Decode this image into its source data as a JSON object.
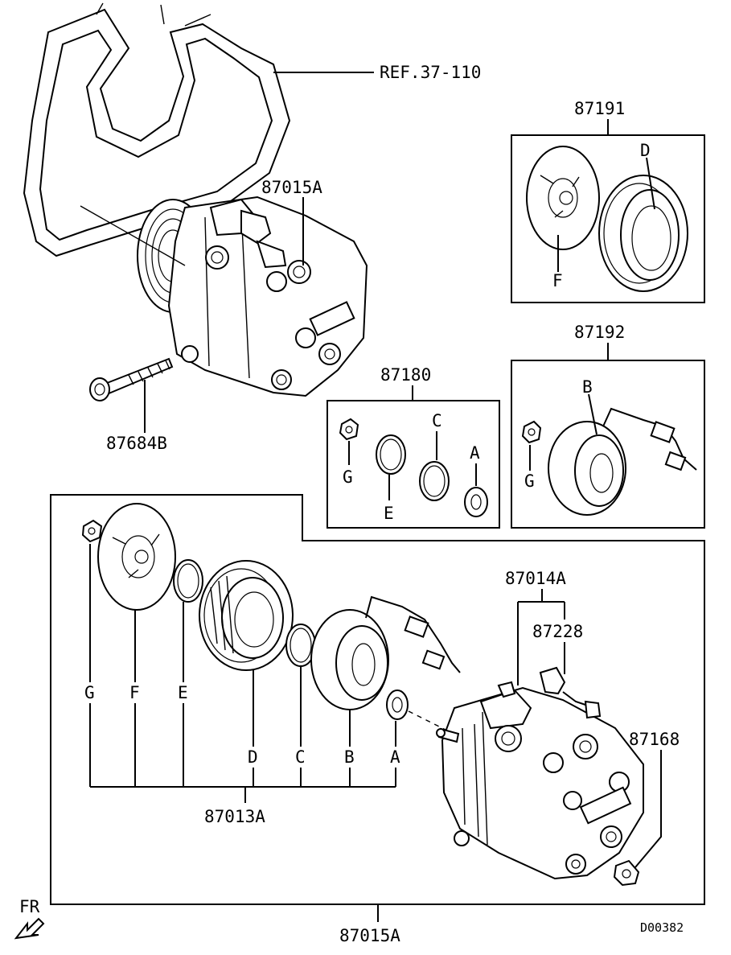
{
  "labels": {
    "ref_belt": "REF.37-110",
    "compressor_top": "87015A",
    "bolt": "87684B",
    "clutch_plate_pulley_kit": "87191",
    "coil_kit": "87192",
    "snap_ring_kit": "87180",
    "compressor_body": "87014A",
    "harness": "87228",
    "relief_bolt": "87168",
    "clutch_assembly": "87013A",
    "compressor_bottom": "87015A",
    "diagram_code": "D00382",
    "front_indicator": "FR"
  },
  "letters": {
    "a": "A",
    "b": "B",
    "c": "C",
    "d": "D",
    "e": "E",
    "f": "F",
    "g": "G"
  }
}
